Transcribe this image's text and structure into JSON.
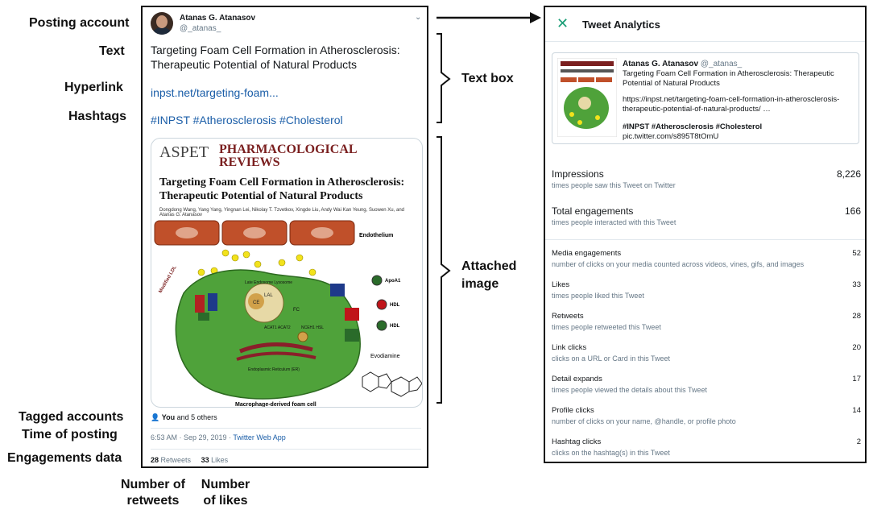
{
  "labels": {
    "posting_account": "Posting account",
    "text": "Text",
    "hyperlink": "Hyperlink",
    "hashtags": "Hashtags",
    "text_box": "Text box",
    "attached_image": "Attached image",
    "tagged_accounts": "Tagged accounts",
    "time_of_posting": "Time of posting",
    "engagements_data": "Engagements data",
    "number_of_retweets": "Number of retweets",
    "number_of_likes": "Number of likes"
  },
  "tweet": {
    "name": "Atanas G. Atanasov",
    "handle": "@_atanas_",
    "text": "Targeting Foam Cell Formation in Atherosclerosis: Therapeutic Potential of Natural Products",
    "link": "inpst.net/targeting-foam...",
    "hashtags": "#INPST #Atherosclerosis #Cholesterol",
    "tagged_bold": "You",
    "tagged_rest": "and 5 others",
    "time": "6:53 AM · Sep 29, 2019 · ",
    "via": "Twitter Web App",
    "retweets_count": "28",
    "retweets_label": "Retweets",
    "likes_count": "33",
    "likes_label": "Likes"
  },
  "attached_image": {
    "logo": "ASPET",
    "brand_line1": "PHARMACOLOGICAL",
    "brand_line2": "REVIEWS",
    "title": "Targeting Foam Cell Formation in Atherosclerosis: Therapeutic Potential of Natural Products",
    "authors": "Dongdong Wang, Yang Yang, Yingnan Lei, Nikolay T. Tzvetkov, Xingde Liu, Andy Wai Kan Yeung, Suowen Xu, and Atanas G. Atanasov",
    "endothelium": "Endothelium",
    "apoa1": "ApoA1",
    "hdl1": "HDL",
    "hdl2": "HDL",
    "lal": "LAL",
    "fc": "FC",
    "ce": "CE",
    "acat": "ACAT1 ACAT2",
    "nceh": "NCEH1 HSL",
    "er": "Endoplasmic Reticulum (ER)",
    "lysosome": "Late Endosome Lysosome",
    "evodiamine": "Evodiamine",
    "foam_cell": "Macrophage-derived foam cell",
    "modified_ldl": "Modified LDL"
  },
  "analytics": {
    "close": "✕",
    "title": "Tweet Analytics",
    "card_name": "Atanas G. Atanasov",
    "card_handle": "@_atanas_",
    "card_text": "Targeting Foam Cell Formation in Atherosclerosis: Therapeutic Potential of Natural Products",
    "card_url": "https://inpst.net/targeting-foam-cell-formation-in-atherosclerosis-therapeutic-potential-of-natural-products/ …",
    "card_tags": "#INPST #Atherosclerosis #Cholesterol",
    "card_pic": "pic.twitter.com/s895T8tOmU",
    "impressions_label": "Impressions",
    "impressions_sub": "times people saw this Tweet on Twitter",
    "impressions_value": "8,226",
    "engagements_label": "Total engagements",
    "engagements_sub": "times people interacted with this Tweet",
    "engagements_value": "166",
    "rows": [
      {
        "label": "Media engagements",
        "sub": "number of clicks on your media counted across videos, vines, gifs, and images",
        "value": "52"
      },
      {
        "label": "Likes",
        "sub": "times people liked this Tweet",
        "value": "33"
      },
      {
        "label": "Retweets",
        "sub": "times people retweeted this Tweet",
        "value": "28"
      },
      {
        "label": "Link clicks",
        "sub": "clicks on a URL or Card in this Tweet",
        "value": "20"
      },
      {
        "label": "Detail expands",
        "sub": "times people viewed the details about this Tweet",
        "value": "17"
      },
      {
        "label": "Profile clicks",
        "sub": "number of clicks on your name, @handle, or profile photo",
        "value": "14"
      },
      {
        "label": "Hashtag clicks",
        "sub": "clicks on the hashtag(s) in this Tweet",
        "value": "2"
      }
    ]
  }
}
